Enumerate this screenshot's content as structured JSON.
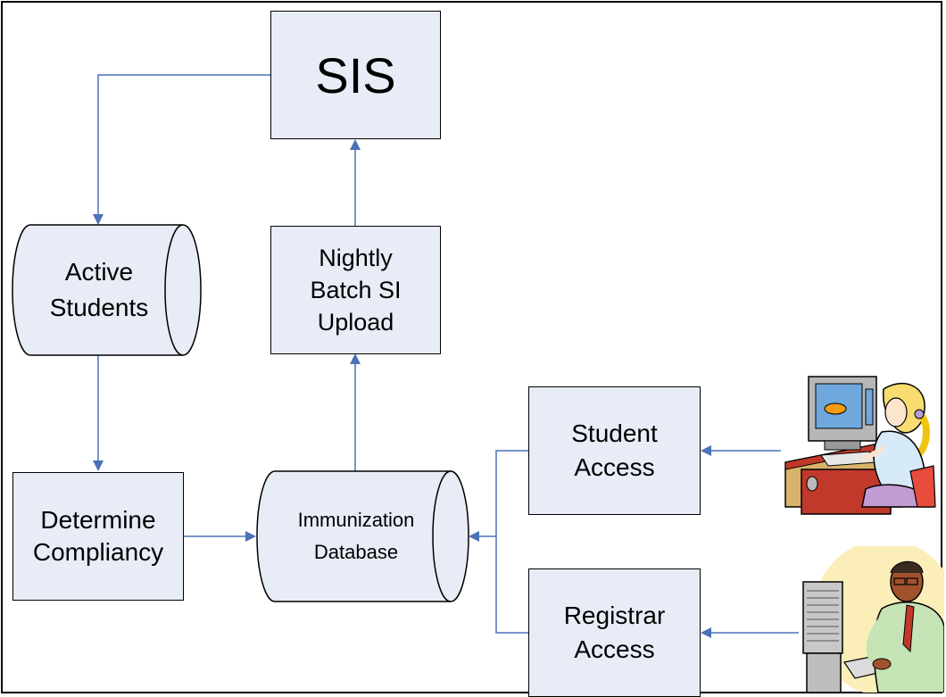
{
  "nodes": {
    "sis": "SIS",
    "active_students": "Active\nStudents",
    "nightly_batch": "Nightly\nBatch SI\nUpload",
    "determine_compliancy": "Determine\nCompliancy",
    "immunization_database": "Immunization\nDatabase",
    "student_access": "Student\nAccess",
    "registrar_access": "Registrar\nAccess"
  },
  "colors": {
    "box_fill": "#e8ecf6",
    "arrow": "#4a72b8",
    "border": "#000000"
  },
  "clipart": {
    "student": "woman-at-computer-icon",
    "registrar": "man-at-computer-icon"
  }
}
